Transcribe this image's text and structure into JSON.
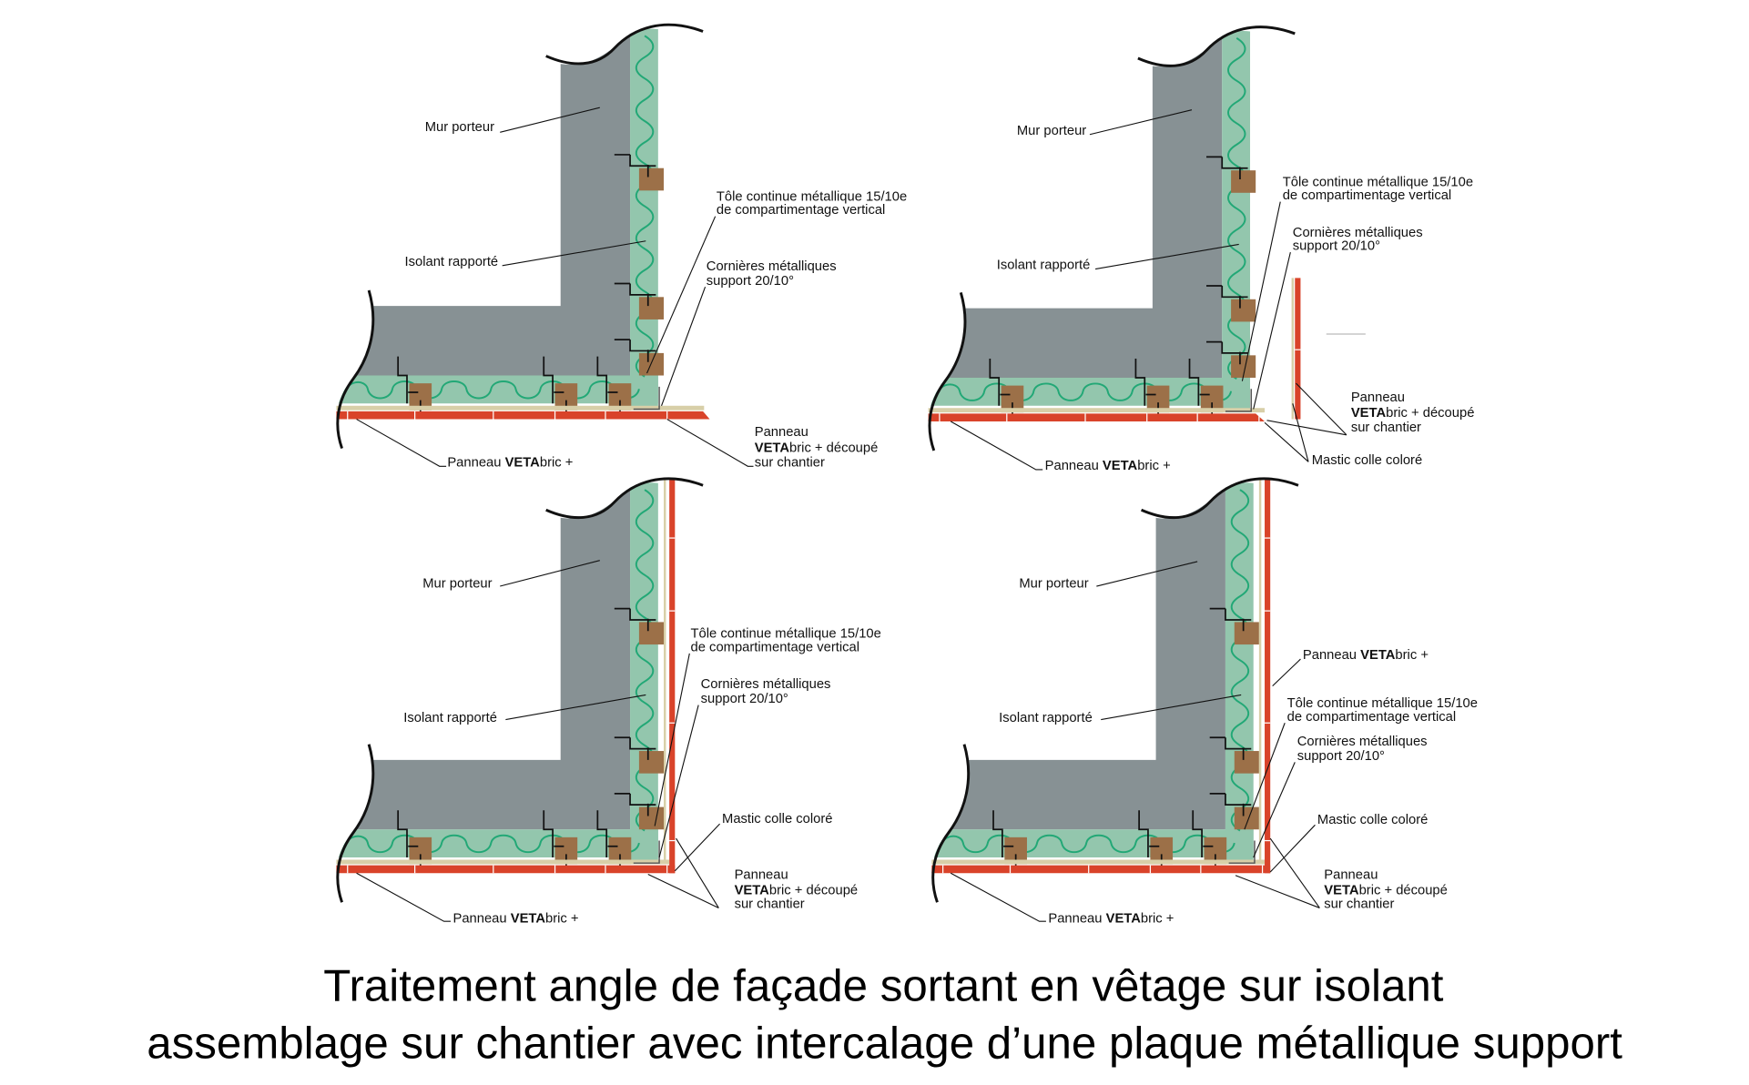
{
  "colors": {
    "wall": "#879194",
    "insulation": "#93c6ad",
    "insulation_wave": "#22a876",
    "batten": "#9c7048",
    "cladding": "#d9432a",
    "gap": "#d8cfa8",
    "outline": "#111111"
  },
  "panels": [
    {
      "mur": "Mur porteur",
      "isolant": "Isolant rapporté",
      "tole_1": "Tôle continue métallique 15/10e",
      "tole_2": "de compartimentage vertical",
      "cornieres_1": "Cornières métalliques",
      "cornieres_2": "support 20/10°",
      "panneau_pre": "Panneau ",
      "panneau_veta": "VETA",
      "panneau_post": "bric +",
      "decoupe_1": "Panneau",
      "decoupe_veta": "VETA",
      "decoupe_2": "bric + découpé",
      "decoupe_3": "sur chantier"
    },
    {
      "mur": "Mur porteur",
      "isolant": "Isolant rapporté",
      "tole_1": "Tôle continue métallique 15/10e",
      "tole_2": "de compartimentage vertical",
      "cornieres_1": "Cornières métalliques",
      "cornieres_2": "support 20/10°",
      "panneau_pre": "Panneau ",
      "panneau_veta": "VETA",
      "panneau_post": "bric +",
      "decoupe_1": "Panneau",
      "decoupe_veta": "VETA",
      "decoupe_2": "bric + découpé",
      "decoupe_3": "sur chantier",
      "mastic": "Mastic colle coloré"
    },
    {
      "mur": "Mur porteur",
      "isolant": "Isolant rapporté",
      "tole_1": "Tôle continue métallique 15/10e",
      "tole_2": "de compartimentage vertical",
      "cornieres_1": "Cornières métalliques",
      "cornieres_2": "support 20/10°",
      "panneau_pre": "Panneau ",
      "panneau_veta": "VETA",
      "panneau_post": "bric +",
      "decoupe_1": "Panneau",
      "decoupe_veta": "VETA",
      "decoupe_2": "bric + découpé",
      "decoupe_3": "sur chantier",
      "mastic": "Mastic colle coloré"
    },
    {
      "mur": "Mur porteur",
      "isolant": "Isolant rapporté",
      "tole_1": "Tôle continue métallique 15/10e",
      "tole_2": "de compartimentage vertical",
      "cornieres_1": "Cornières métalliques",
      "cornieres_2": "support 20/10°",
      "panneau_pre": "Panneau ",
      "panneau_veta": "VETA",
      "panneau_post": "bric +",
      "side_pre": "Panneau ",
      "side_veta": "VETA",
      "side_post": "bric +",
      "decoupe_1": "Panneau",
      "decoupe_veta": "VETA",
      "decoupe_2": "bric + découpé",
      "decoupe_3": "sur chantier",
      "mastic": "Mastic colle coloré"
    }
  ],
  "title": {
    "line1": "Traitement angle de façade sortant en vêtage sur isolant",
    "line2": "assemblage sur chantier avec intercalage d’une plaque métallique support"
  }
}
